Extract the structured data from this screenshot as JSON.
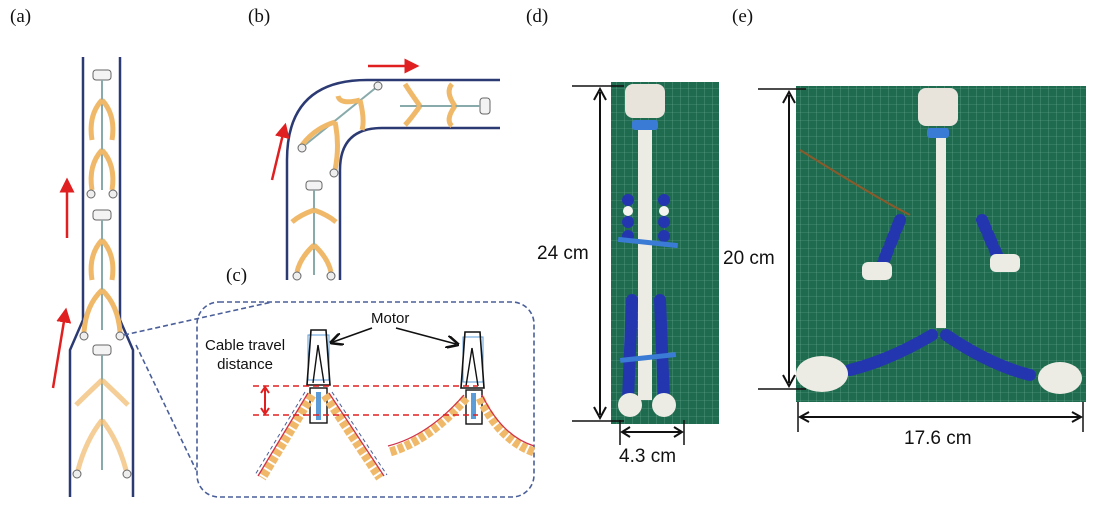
{
  "figure": {
    "panels": [
      {
        "id": "a",
        "label": "(a)",
        "description": "Robot climbing a straight pipe that narrows"
      },
      {
        "id": "b",
        "label": "(b)",
        "description": "Robot navigating a 90-degree elbow pipe"
      },
      {
        "id": "c",
        "label": "(c)",
        "description": "Detail of motor and cable-driven leg mechanism"
      },
      {
        "id": "d",
        "label": "(d)",
        "description": "Photo of folded robot on cutting mat"
      },
      {
        "id": "e",
        "label": "(e)",
        "description": "Photo of unfolded robot on cutting mat"
      }
    ],
    "annotations": {
      "motor": "Motor",
      "cable_travel_line1": "Cable travel",
      "cable_travel_line2": "distance"
    },
    "dimensions": {
      "d_height": "24 cm",
      "d_width": "4.3 cm",
      "e_height": "20 cm",
      "e_width": "17.6 cm"
    },
    "colors": {
      "pipe": "#2b3a73",
      "arrow": "#e02020",
      "leg": "#f0b96a",
      "dashed": "#4a5f9a",
      "mat": "#1f6b4f",
      "blue_part": "#2336b0"
    }
  }
}
